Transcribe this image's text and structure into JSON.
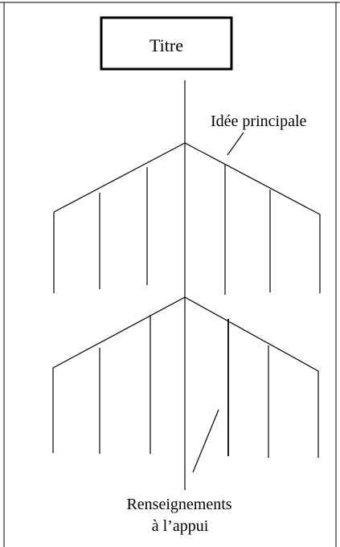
{
  "diagram": {
    "title": "Titre",
    "main_idea_label": "Idée principale",
    "support_label_line1": "Renseignements",
    "support_label_line2": "à l’appui",
    "stroke_color": "#000000",
    "background_color": "#ffffff"
  }
}
